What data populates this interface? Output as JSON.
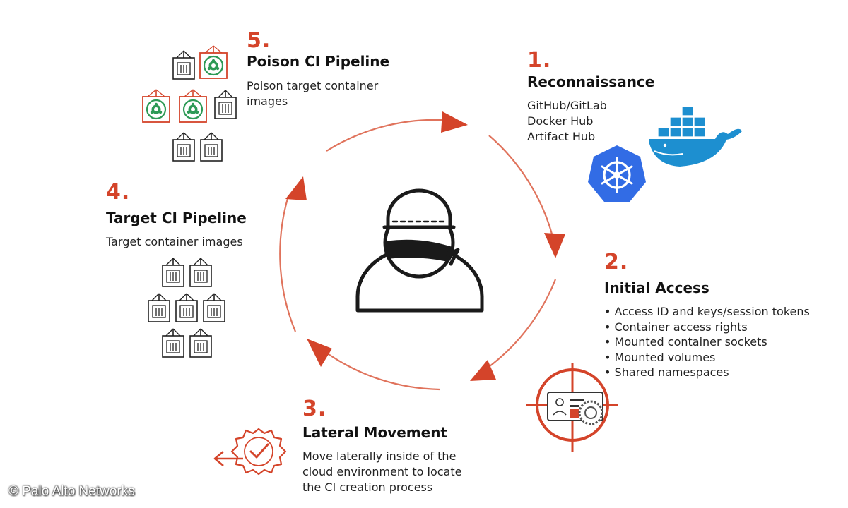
{
  "steps": [
    {
      "number": "1.",
      "title": "Reconnaissance",
      "lines": [
        "GitHub/GitLab",
        "Docker Hub",
        "Artifact Hub"
      ],
      "icons": [
        "docker-whale-icon",
        "kubernetes-helm-icon"
      ]
    },
    {
      "number": "2.",
      "title": "Initial Access",
      "bullets": [
        "Access ID and keys/session tokens",
        "Container access rights",
        "Mounted container sockets",
        "Mounted volumes",
        "Shared namespaces"
      ],
      "icons": [
        "crosshair-target-icon",
        "id-card-icon"
      ]
    },
    {
      "number": "3.",
      "title": "Lateral Movement",
      "lines": [
        "Move laterally inside of the",
        "cloud environment to locate",
        "the CI creation process"
      ],
      "icons": [
        "gear-check-arrow-icon"
      ]
    },
    {
      "number": "4.",
      "title": "Target CI Pipeline",
      "lines": [
        "Target container images"
      ],
      "icons": [
        "container-stack-icon"
      ]
    },
    {
      "number": "5.",
      "title": "Poison CI Pipeline",
      "lines": [
        "Poison target container",
        "images"
      ],
      "icons": [
        "poisoned-container-stack-icon"
      ]
    }
  ],
  "center_icon": "hacker-icon",
  "credit": "© Palo Alto Networks",
  "colors": {
    "accent": "#d4442a",
    "cycle_line": "#e0735c",
    "poison_green": "#2e9a56",
    "docker_blue": "#1d8fd0",
    "k8s_blue": "#326ce5",
    "ink": "#1a1a1a"
  }
}
